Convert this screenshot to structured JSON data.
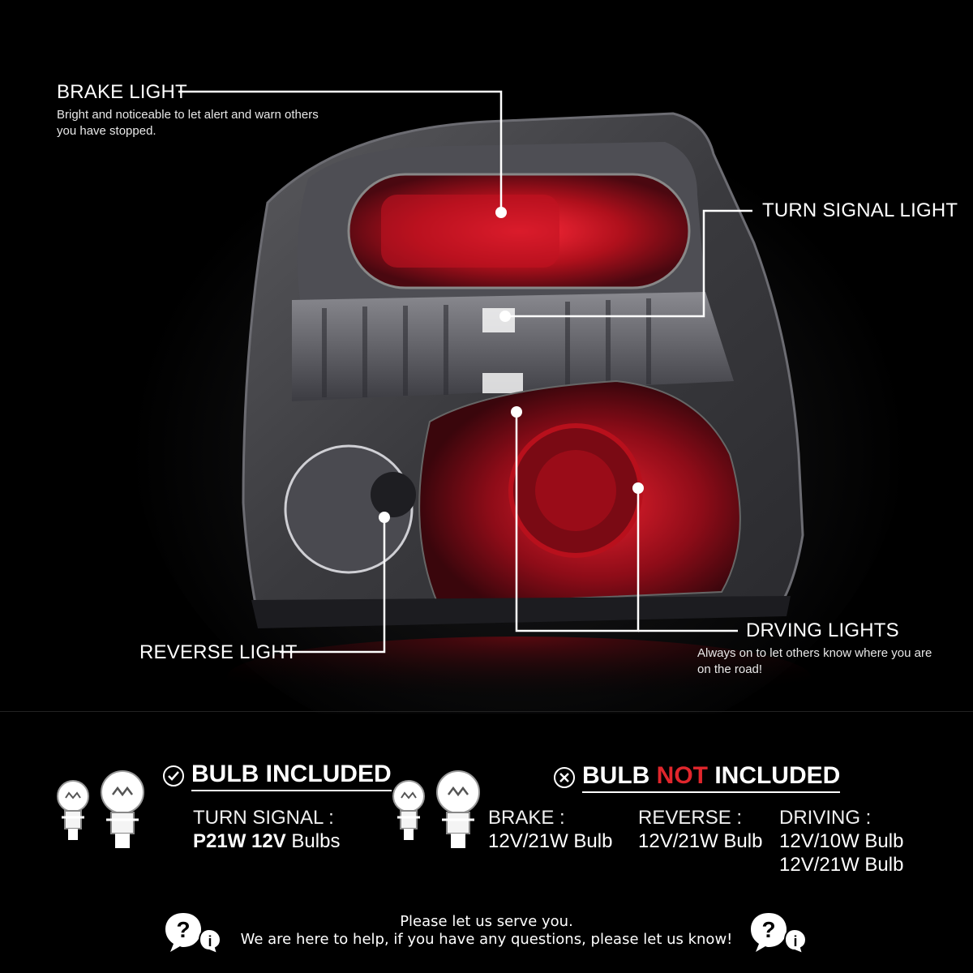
{
  "callouts": {
    "brake": {
      "title": "BRAKE LIGHT",
      "desc": "Bright and noticeable to let alert and warn others you have stopped."
    },
    "turn": {
      "title": "TURN SIGNAL LIGHT"
    },
    "reverse": {
      "title": "REVERSE LIGHT"
    },
    "driving": {
      "title": "DRVING LIGHTS",
      "desc": "Always on to let others know where you are on the road!"
    }
  },
  "bulb_included": {
    "heading": "BULB INCLUDED",
    "label": "TURN SIGNAL :",
    "value_bold": "P21W 12V",
    "value_rest": " Bulbs"
  },
  "bulb_not_included": {
    "heading_pre": "BULB ",
    "heading_not": "NOT",
    "heading_post": " INCLUDED",
    "items": [
      {
        "label": "BRAKE :",
        "values": [
          "12V/21W Bulb"
        ]
      },
      {
        "label": "REVERSE :",
        "values": [
          "12V/21W Bulb"
        ]
      },
      {
        "label": "DRIVING :",
        "values": [
          "12V/10W Bulb",
          "12V/21W Bulb"
        ]
      }
    ]
  },
  "help": {
    "line1": "Please let us serve you.",
    "line2": "We are here to help, if you have any questions, please let us know!"
  },
  "colors": {
    "accent_red": "#e0262c",
    "background": "#000000"
  }
}
